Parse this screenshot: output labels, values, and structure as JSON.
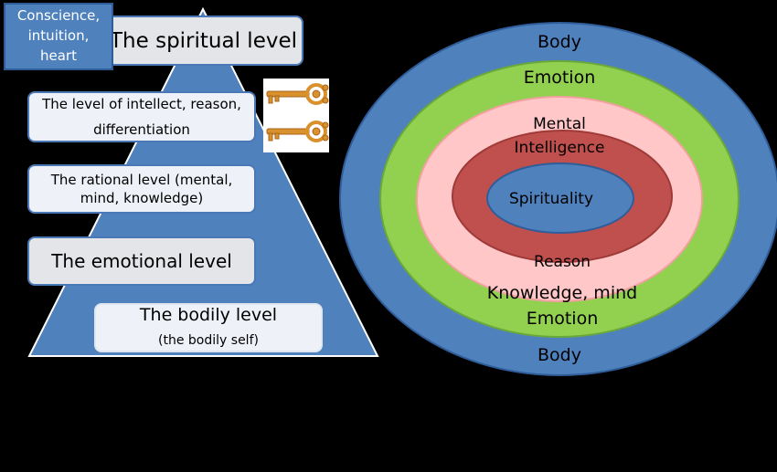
{
  "pyramid": {
    "top_label": "The spiritual level",
    "side_note": [
      "Conscience,",
      "intuition,",
      "heart"
    ],
    "intellect": [
      "The level of intellect, reason,",
      "differentiation"
    ],
    "rational": [
      "The rational level (mental,",
      "mind, knowledge)"
    ],
    "emotional": "The emotional level",
    "bodily": [
      "The bodily level",
      "(the bodily self)"
    ]
  },
  "rings": {
    "body_top": "Body",
    "emotion_top": "Emotion",
    "mental": "Mental",
    "intelligence": "Intelligence",
    "core": "Spirituality",
    "reason": "Reason",
    "knowledge": "Knowledge, mind",
    "emotion_bottom": "Emotion",
    "body_bottom": "Body"
  },
  "icons": [
    "key-icon",
    "key-icon"
  ],
  "colors": {
    "background": "#000000",
    "pyramid": "#4f81bd",
    "body_ring": "#4f81bd",
    "emotion_ring": "#92d050",
    "mental_ring": "#ffc7c7",
    "intelligence_ring": "#c0504d",
    "core": "#4f81bd",
    "key": "#d9912e"
  }
}
